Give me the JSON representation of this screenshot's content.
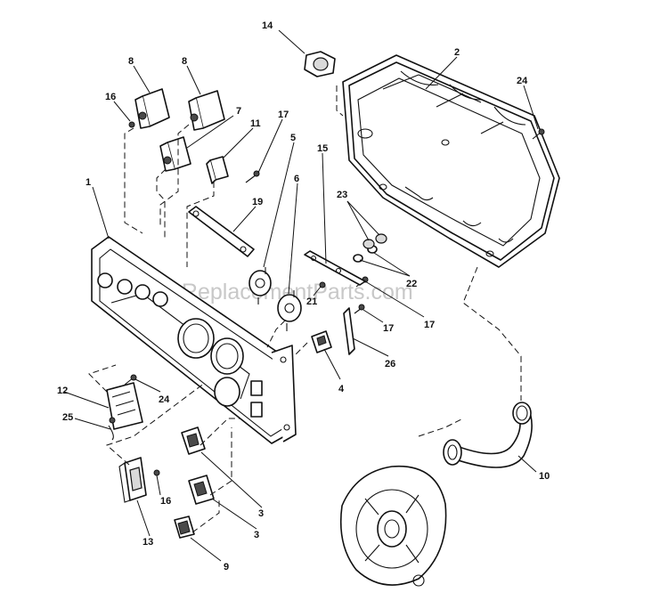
{
  "diagram": {
    "watermark": "eReplacementParts.com",
    "callouts": {
      "c1": "1",
      "c2": "2",
      "c3a": "3",
      "c3b": "3",
      "c4": "4",
      "c5": "5",
      "c6": "6",
      "c7": "7",
      "c8a": "8",
      "c8b": "8",
      "c9": "9",
      "c10": "10",
      "c11": "11",
      "c12": "12",
      "c13": "13",
      "c14": "14",
      "c15": "15",
      "c16a": "16",
      "c16b": "16",
      "c17a": "17",
      "c17b": "17",
      "c17c": "17",
      "c19": "19",
      "c21": "21",
      "c22": "22",
      "c23": "23",
      "c24a": "24",
      "c24b": "24",
      "c25": "25",
      "c26": "26"
    }
  }
}
